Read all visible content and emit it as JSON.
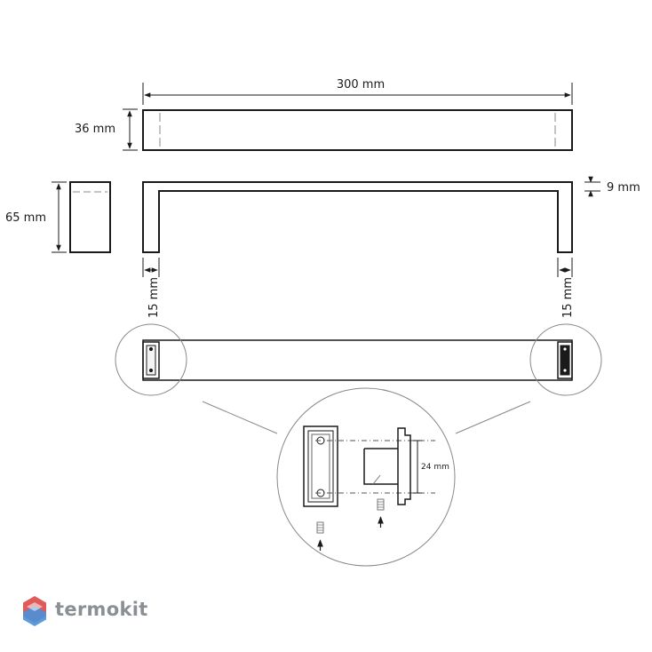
{
  "dimensions": {
    "length": "300 mm",
    "depth": "36 mm",
    "height": "65 mm",
    "thickness": "9 mm",
    "leg_left": "15 mm",
    "leg_right": "15 mm",
    "hole_spacing": "24 mm"
  },
  "brand": {
    "name": "termokit",
    "accent_colors": [
      "#4a90d9",
      "#e05a5a",
      "#9bb7dd"
    ]
  },
  "colors": {
    "line": "#1a1a1a",
    "detail_line": "#666666"
  }
}
